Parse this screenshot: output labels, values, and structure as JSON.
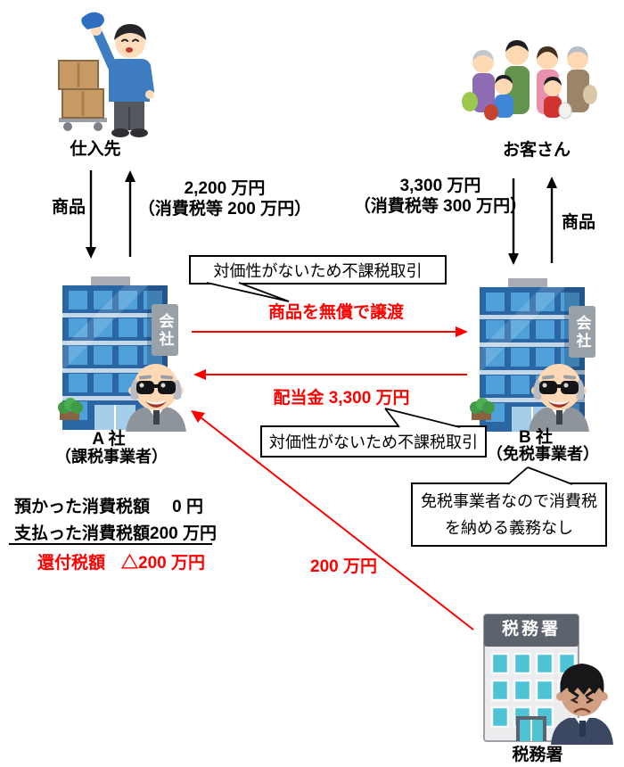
{
  "colors": {
    "accent_red": "#ff0000",
    "building_blue": "#2b66a4",
    "window_blue": "#4fa0d8",
    "sign_gray": "#98a0a8",
    "office_facade": "#ececee",
    "office_band": "#5d636d",
    "window_teal": "#4ec3d6"
  },
  "supplier": {
    "label": "仕入先",
    "goods_label": "商品",
    "payment_line1": "2,200 万円",
    "payment_line2": "（消費税等 200 万円）"
  },
  "customers": {
    "label": "お客さん",
    "goods_label": "商品",
    "payment_line1": "3,300 万円",
    "payment_line2": "（消費税等 300 万円）"
  },
  "company_a": {
    "name": "A 社",
    "type": "（課税事業者）",
    "sign": "会社"
  },
  "company_b": {
    "name": "B 社",
    "type": "（免税事業者）",
    "sign": "会社"
  },
  "bubble_top": {
    "text": "対価性がないため不課税取引"
  },
  "bubble_bottom": {
    "text": "対価性がないため不課税取引"
  },
  "bubble_exempt": {
    "line1": "免税事業者なので消費税",
    "line2": "を納める義務なし"
  },
  "flows": {
    "gift_label": "商品を無償で譲渡",
    "dividend_label": "配当金 3,300 万円",
    "refund_label": "200 万円"
  },
  "tax_table": {
    "rows": [
      {
        "label": "預かった消費税額",
        "value": "0 円"
      },
      {
        "label": "支払った消費税額",
        "value": "200 万円"
      }
    ],
    "total_label": "還付税額",
    "total_value": "△200 万円"
  },
  "tax_office": {
    "sign": "税務署",
    "label": "税務署"
  }
}
